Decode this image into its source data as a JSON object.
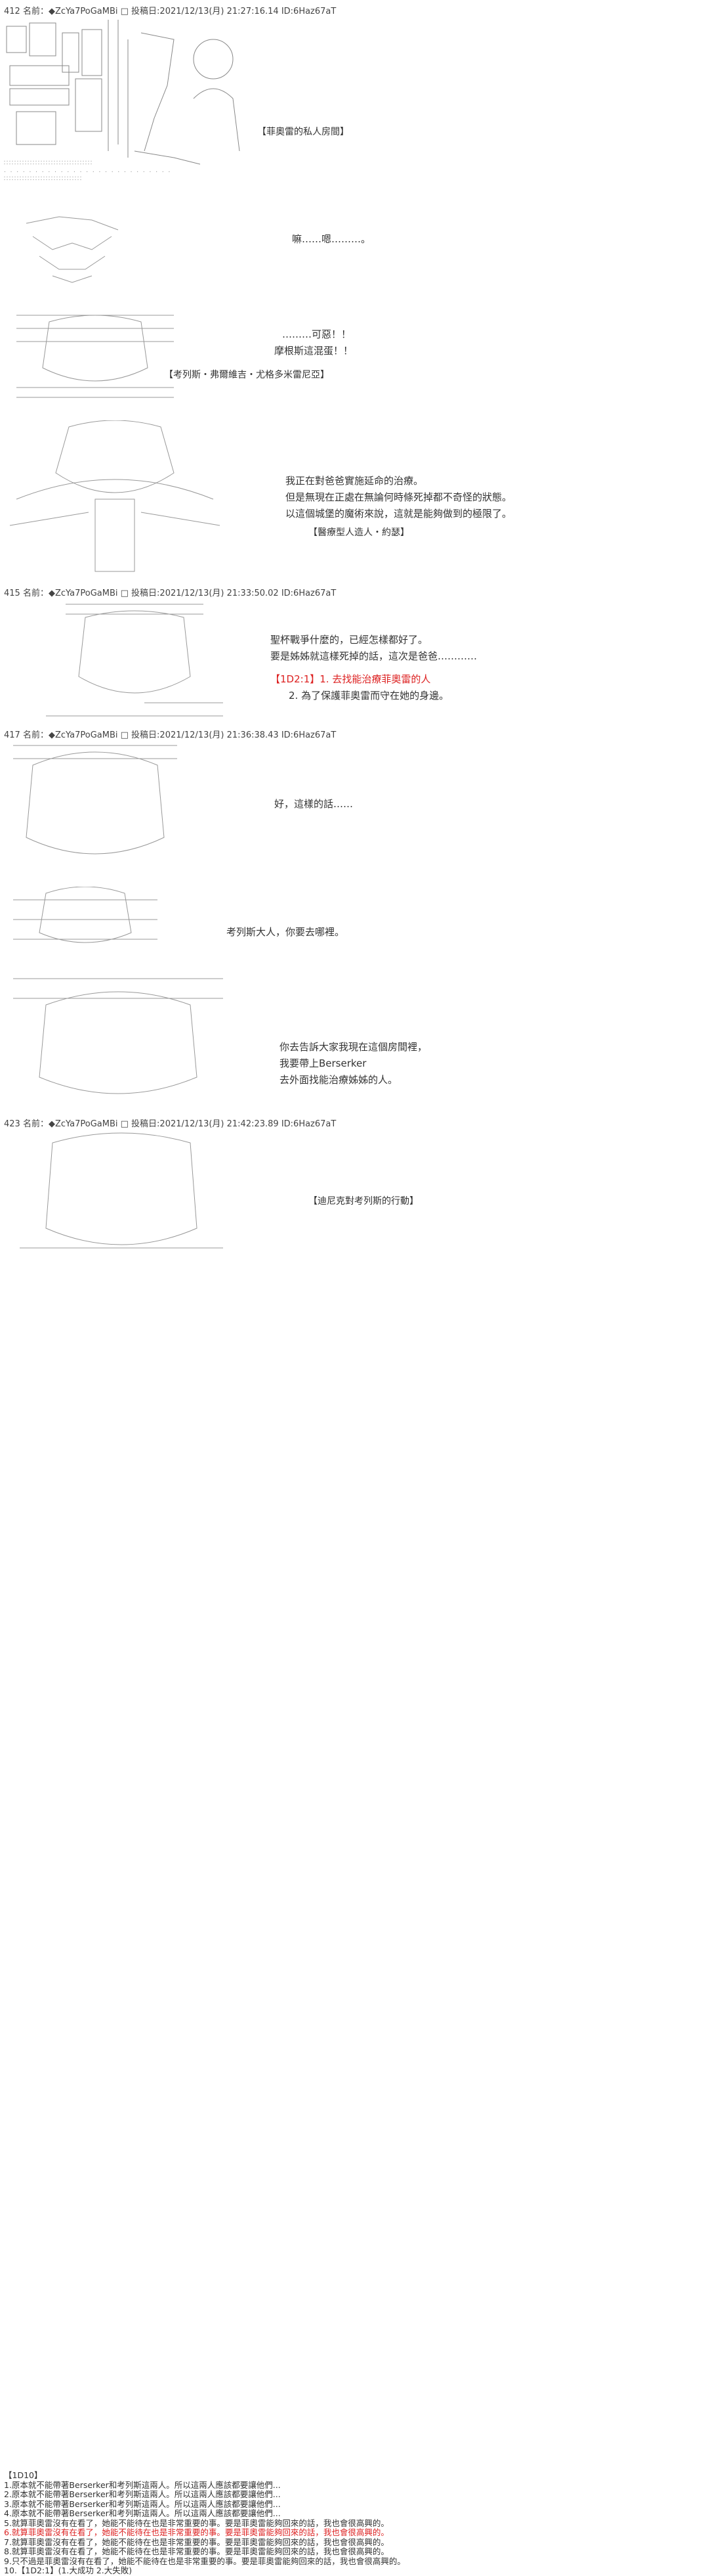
{
  "posts": [
    {
      "header": "412 名前：◆ZcYa7PoGaMBi □ 投稿日:2021/12/13(月) 21:27:16.14 ID:6Haz67aT"
    },
    {
      "header": "415 名前：◆ZcYa7PoGaMBi □ 投稿日:2021/12/13(月) 21:33:50.02 ID:6Haz67aT"
    },
    {
      "header": "417 名前：◆ZcYa7PoGaMBi □ 投稿日:2021/12/13(月) 21:36:38.43 ID:6Haz67aT"
    },
    {
      "header": "423 名前：◆ZcYa7PoGaMBi □ 投稿日:2021/12/13(月) 21:42:23.89 ID:6Haz67aT"
    }
  ],
  "labels": {
    "location": "【菲奧雷的私人房間】",
    "caules": "【考列斯・弗爾維吉・尤格多米雷尼亞】",
    "homunculus": "【醫療型人造人・約瑟】",
    "decision": "【迪尼克對考列斯的行動】"
  },
  "dialogs": {
    "d1": "嘛……嗯………。",
    "d2a": "………可惡！！",
    "d2b": "摩根斯這混蛋！！",
    "d3a": "我正在對爸爸實施延命的治療。",
    "d3b": "但是無現在正處在無論何時條死掉都不奇怪的狀態。",
    "d3c": "以這個城堡的魔術來說，這就是能夠做到的極限了。",
    "d4a": "聖杯戰爭什麼的，已經怎樣都好了。",
    "d4b": "要是姊姊就這樣死掉的話，這次是爸爸…………",
    "d4c_prefix": "【1D2:1】",
    "d4c_text": "1. 去找能治療菲奧雷的人",
    "d4d": "2. 為了保護菲奧雷而守在她的身邊。",
    "d5": "好，這樣的話……",
    "d6": "考列斯大人，你要去哪裡。",
    "d7a": "你去告訴大家我現在這個房間裡，",
    "d7b": "我要帶上Berserker",
    "d7c": "去外面找能治療姊姊的人。"
  },
  "footer": {
    "lines": [
      {
        "text": "【1D10】",
        "red": false
      },
      {
        "text": "1.原本就不能帶著Berserker和考列斯這兩人。所以這兩人應該都要讓他們...",
        "red": false
      },
      {
        "text": "2.原本就不能帶著Berserker和考列斯這兩人。所以這兩人應該都要讓他們...",
        "red": false
      },
      {
        "text": "3.原本就不能帶著Berserker和考列斯這兩人。所以這兩人應該都要讓他們...",
        "red": false
      },
      {
        "text": "4.原本就不能帶著Berserker和考列斯這兩人。所以這兩人應該都要讓他們...",
        "red": false
      },
      {
        "text": "5.就算菲奧雷沒有在看了，她能不能待在也是非常重要的事。要是菲奧雷能夠回來的話，我也會很高興的。",
        "red": false
      },
      {
        "text": "6.就算菲奧雷沒有在看了，她能不能待在也是非常重要的事。要是菲奧雷能夠回來的話，我也會很高興的。",
        "red": true
      },
      {
        "text": "7.就算菲奧雷沒有在看了，她能不能待在也是非常重要的事。要是菲奧雷能夠回來的話，我也會很高興的。",
        "red": false
      },
      {
        "text": "8.就算菲奧雷沒有在看了，她能不能待在也是非常重要的事。要是菲奧雷能夠回來的話，我也會很高興的。",
        "red": false
      },
      {
        "text": "9.只不過是菲奧雷沒有在看了，她能不能待在也是非常重要的事。要是菲奧雷能夠回來的話，我也會很高興的。",
        "red": false
      },
      {
        "text": "10.【1D2:1】(1.大成功 2.大失敗)",
        "red": false
      }
    ]
  }
}
